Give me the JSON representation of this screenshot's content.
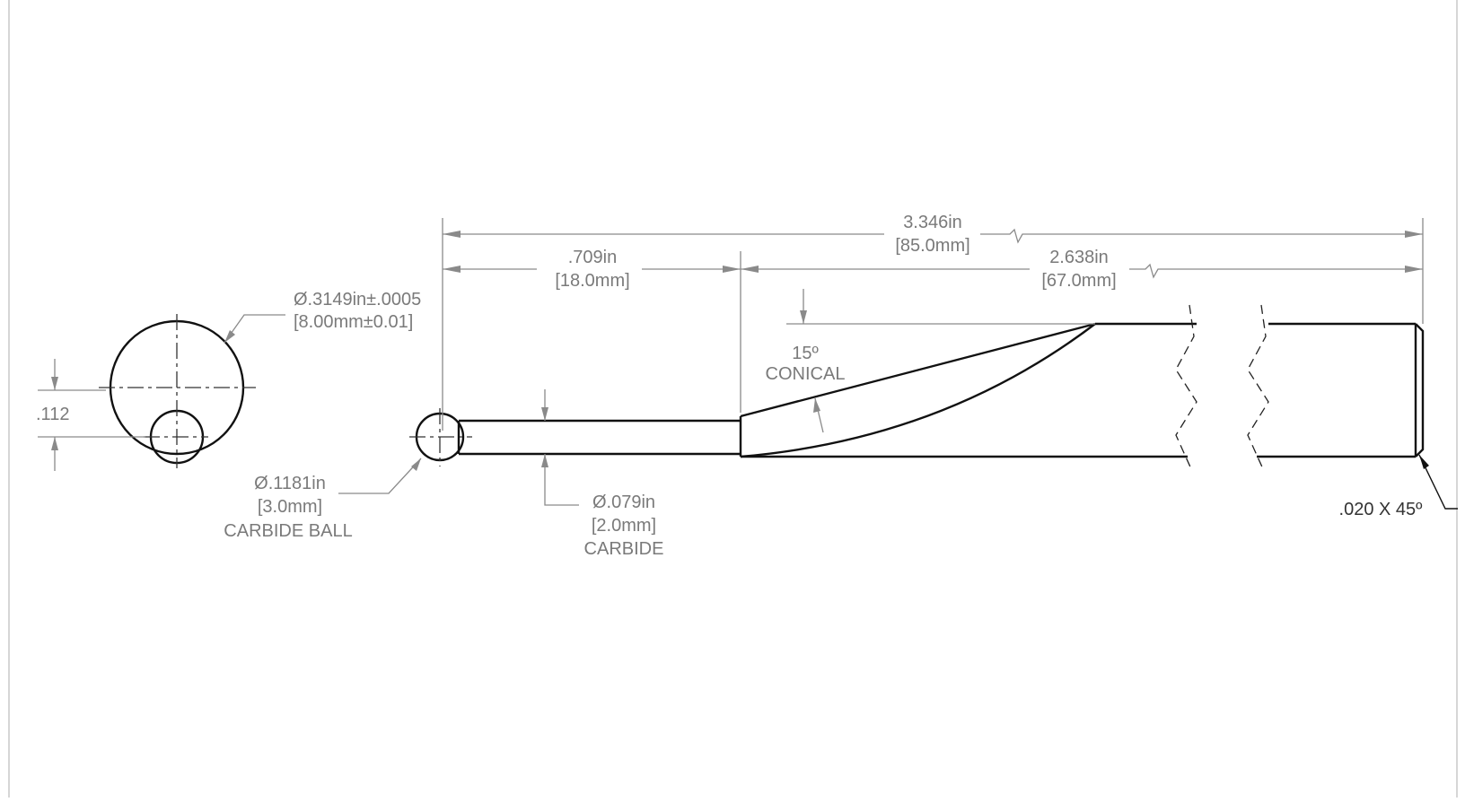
{
  "dimensions": {
    "overall": {
      "in": "3.346in",
      "mm": "[85.0mm]"
    },
    "tip_length": {
      "in": ".709in",
      "mm": "[18.0mm]"
    },
    "body_length": {
      "in": "2.638in",
      "mm": "[67.0mm]"
    },
    "shank_diameter": {
      "in": "Ø.3149in±.0005",
      "mm": "[8.00mm±0.01]"
    },
    "offset": {
      "value": ".112"
    },
    "ball_diameter": {
      "in": "Ø.1181in",
      "mm": "[3.0mm]",
      "note": "CARBIDE BALL"
    },
    "stem_diameter": {
      "in": "Ø.079in",
      "mm": "[2.0mm]",
      "note": "CARBIDE"
    },
    "taper": {
      "angle": "15º",
      "note": "CONICAL"
    },
    "chamfer": {
      "value": ".020 X 45º"
    }
  },
  "colors": {
    "object_line": "#111111",
    "dimension_line": "#8a8a8a",
    "text": "#7a7a7a",
    "border": "#c8c8c8"
  }
}
